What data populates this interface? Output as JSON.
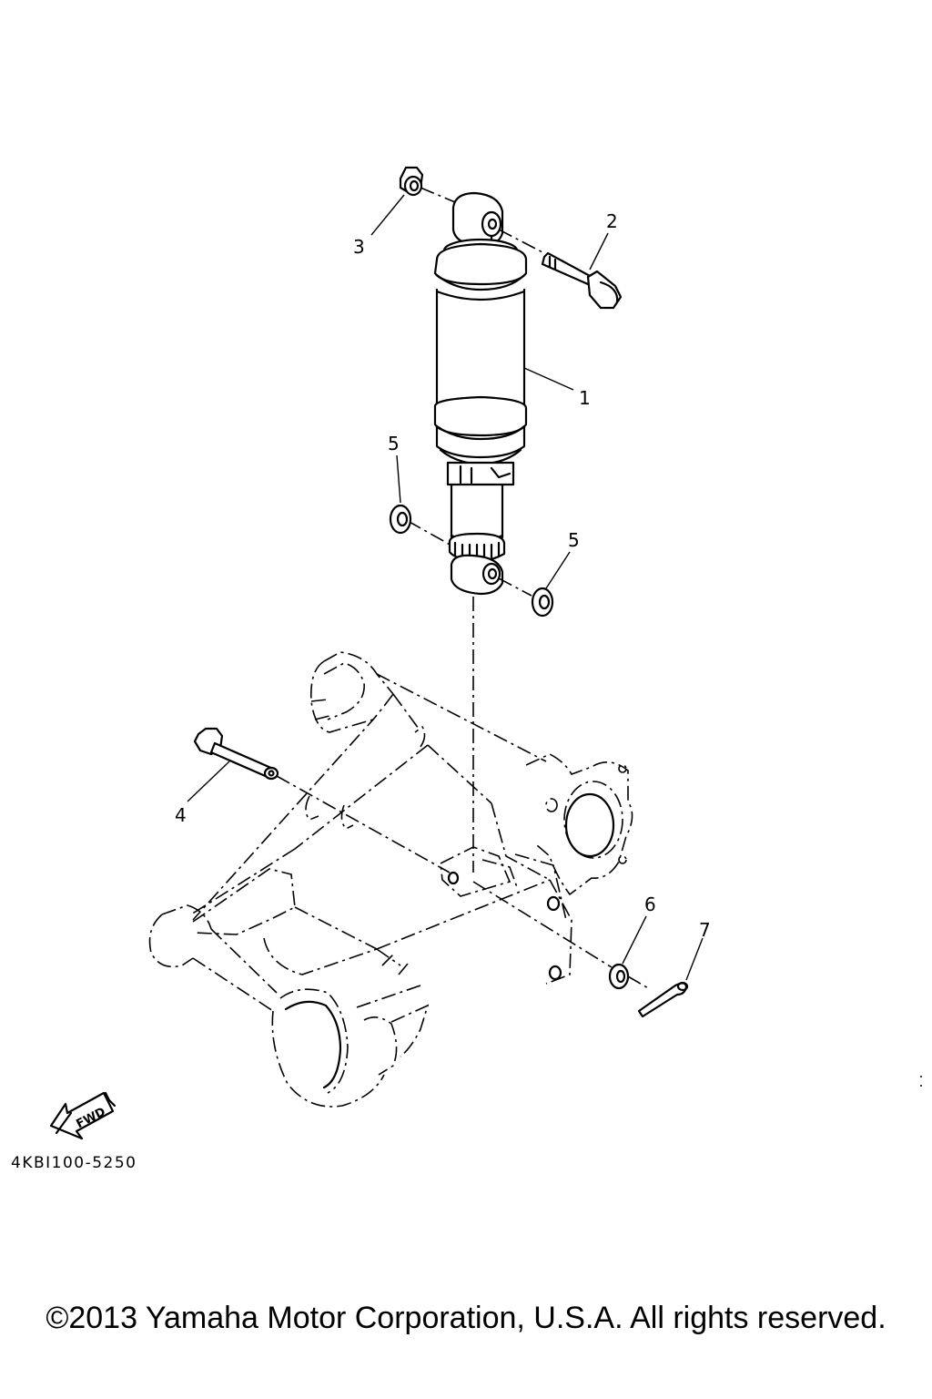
{
  "diagram": {
    "callouts": [
      {
        "id": "1",
        "label": "1"
      },
      {
        "id": "2",
        "label": "2"
      },
      {
        "id": "3",
        "label": "3"
      },
      {
        "id": "4",
        "label": "4"
      },
      {
        "id": "5a",
        "label": "5"
      },
      {
        "id": "5b",
        "label": "5"
      },
      {
        "id": "6",
        "label": "6"
      },
      {
        "id": "7",
        "label": "7"
      }
    ],
    "fwd_label": "FWD",
    "diagram_code": "4KBI100-5250"
  },
  "footer": {
    "copyright": "©2013 Yamaha Motor Corporation, U.S.A. All rights reserved."
  }
}
